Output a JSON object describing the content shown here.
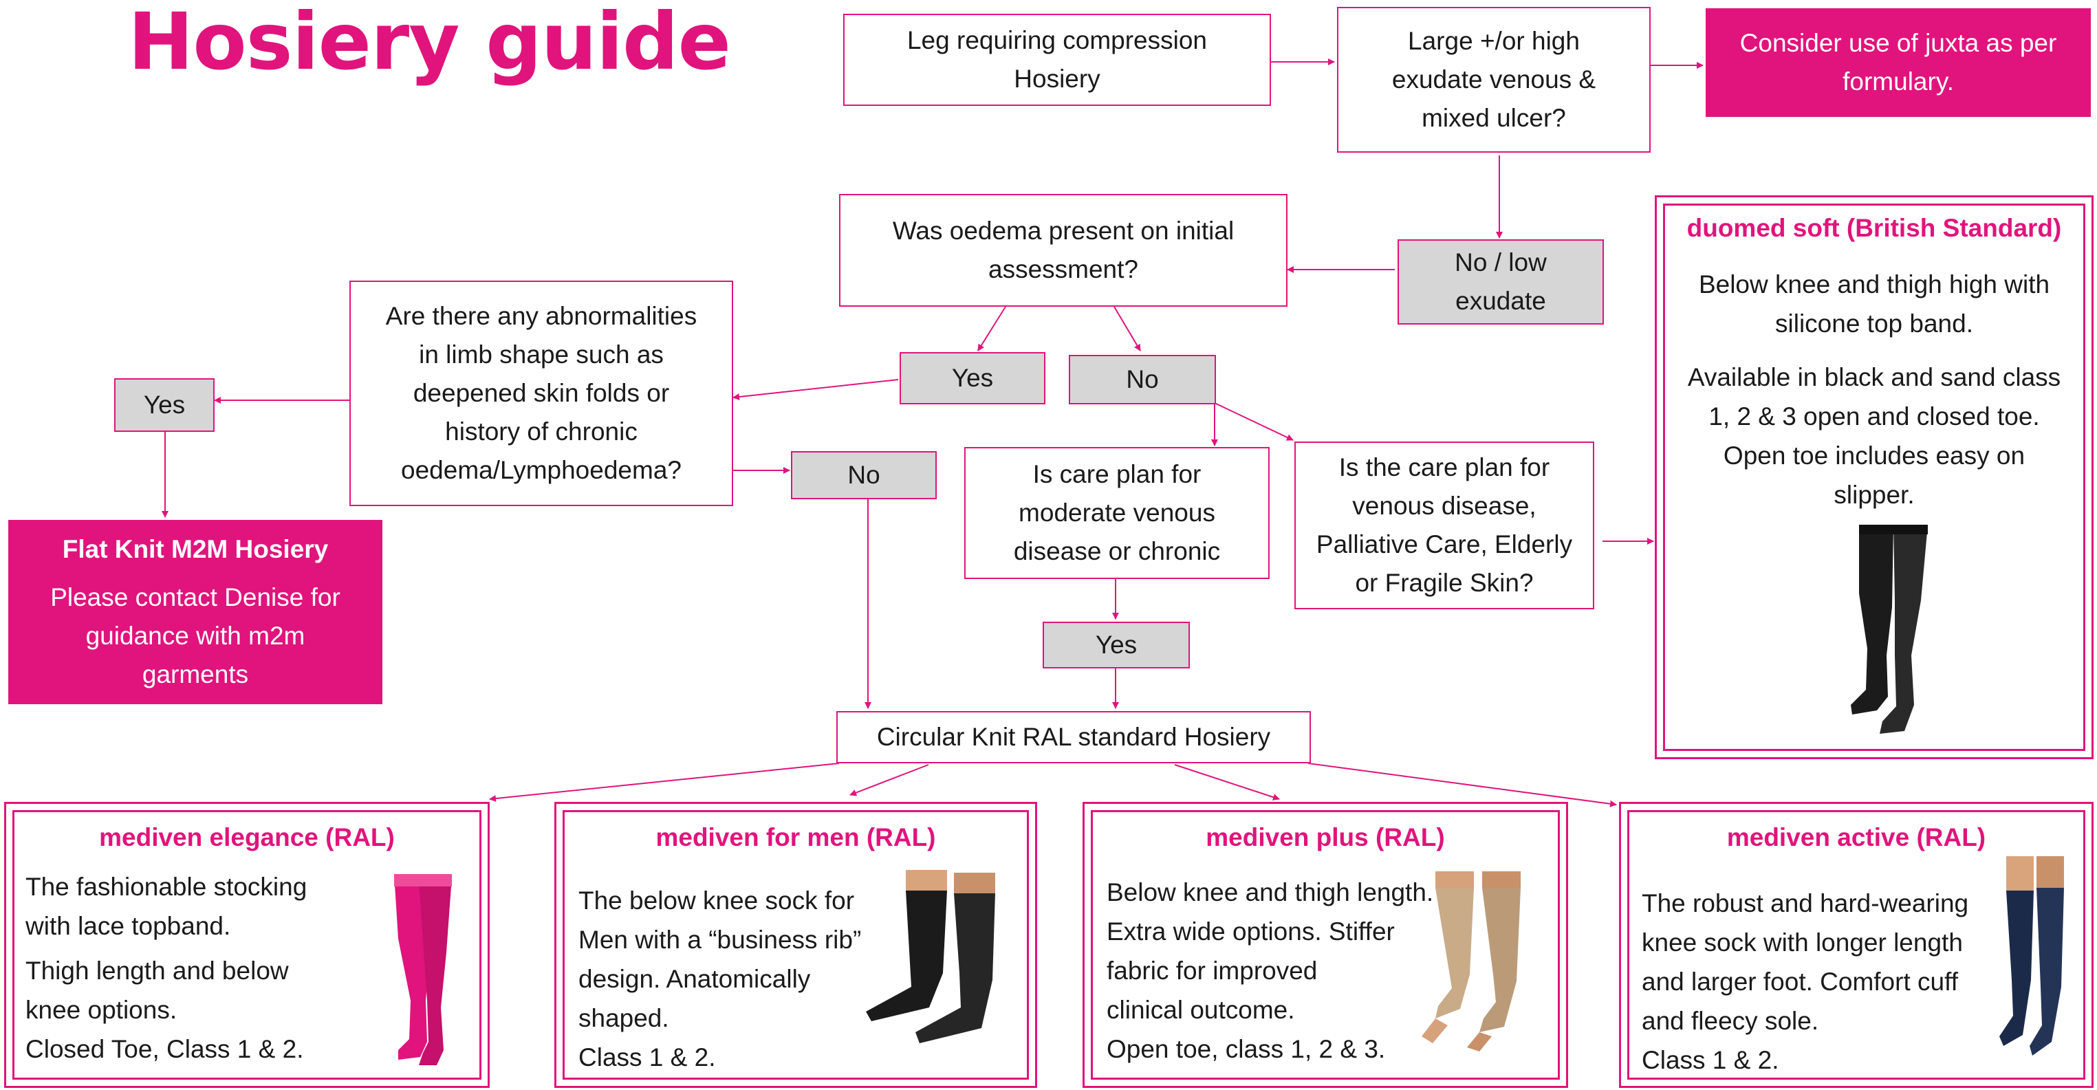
{
  "title": "Hosiery guide",
  "colors": {
    "accent": "#e0147c",
    "grey_box": "#d6d6d6",
    "text": "#1a1a1a"
  },
  "nodes": {
    "leg_requiring": [
      "Leg requiring compression",
      "Hosiery"
    ],
    "large_exudate": [
      "Large +/or high",
      "exudate venous &",
      "mixed ulcer?"
    ],
    "consider_juxta": [
      "Consider use of juxta as per",
      "formulary."
    ],
    "no_low_exudate": [
      "No / low",
      "exudate"
    ],
    "oedema_question": [
      "Was oedema present on initial",
      "assessment?"
    ],
    "abnormalities_question": [
      "Are there any abnormalities",
      "in limb shape such as",
      "deepened skin folds or",
      "history of chronic",
      "oedema/Lymphoedema?"
    ],
    "yes_center": "Yes",
    "no_center": "No",
    "yes_left": "Yes",
    "no_left": "No",
    "care_plan_moderate": [
      "Is care plan for",
      "moderate venous",
      "disease or chronic"
    ],
    "care_plan_venous": [
      "Is the care plan for",
      "venous disease,",
      "Palliative Care, Elderly",
      "or Fragile Skin?"
    ],
    "yes_bottom": "Yes",
    "circular_knit": "Circular Knit RAL standard Hosiery",
    "flat_knit": {
      "title": "Flat Knit M2M Hosiery",
      "lines": [
        "Please contact Denise for",
        "guidance with m2m",
        "garments"
      ]
    }
  },
  "duomed": {
    "title": "duomed soft (British Standard)",
    "lines": [
      "Below knee and thigh high with",
      "silicone top band.",
      "Available in black and sand class",
      "1, 2 & 3 open and closed toe.",
      "Open toe includes easy on",
      "slipper."
    ],
    "image_icon": "black-thigh-stocking"
  },
  "products": [
    {
      "title": "mediven elegance (RAL)",
      "lines": [
        "The fashionable stocking",
        "with lace topband.",
        "Thigh length and below",
        "knee options.",
        "Closed Toe, Class 1 & 2."
      ],
      "image_icon": "pink-thigh-stocking"
    },
    {
      "title": "mediven for men (RAL)",
      "lines": [
        "The below knee sock for",
        "Men with a “business rib”",
        "design.  Anatomically",
        "shaped.",
        "Class 1 & 2."
      ],
      "image_icon": "black-knee-sock"
    },
    {
      "title": "mediven plus (RAL)",
      "lines": [
        "Below knee and thigh length.",
        "Extra wide options. Stiffer",
        "fabric for improved",
        "clinical outcome.",
        "Open toe, class 1, 2 & 3."
      ],
      "image_icon": "beige-open-toe-sock"
    },
    {
      "title": "mediven active (RAL)",
      "lines": [
        "The robust and hard-wearing",
        "knee sock with longer length",
        "and larger foot. Comfort cuff",
        "and fleecy sole.",
        "Class 1 & 2."
      ],
      "image_icon": "navy-knee-sock"
    }
  ]
}
